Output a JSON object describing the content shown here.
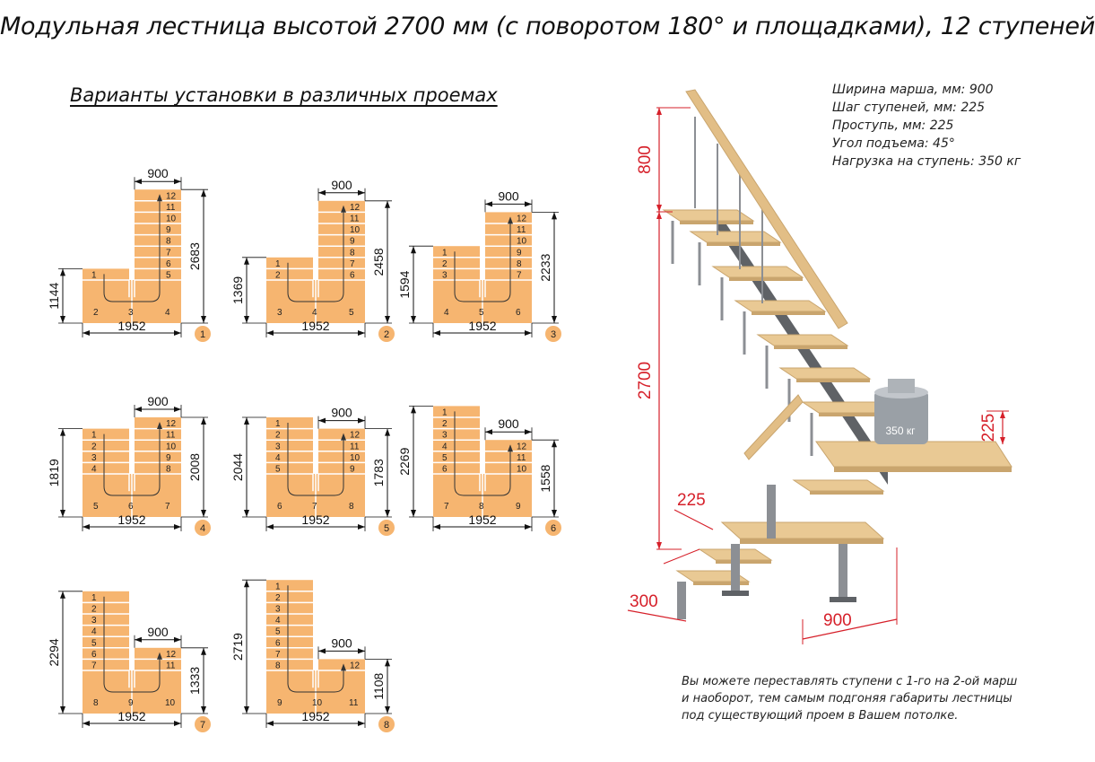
{
  "title": "Модульная лестница высотой 2700 мм (с поворотом 180° и площадками), 12 ступеней",
  "subtitle": "Варианты установки в различных проемах",
  "specs": [
    "Ширина марша, мм: 900",
    "Шаг ступеней, мм: 225",
    "Проступь, мм: 225",
    "Угол подъема: 45°",
    "Нагрузка на ступень: 350 кг"
  ],
  "note": [
    "Вы можете переставлять ступени с 1-го на 2-ой марш",
    "и наоборот, тем самым подгоняя габариты лестницы",
    "под существующий проем в Вашем потолке."
  ],
  "colors": {
    "tread": "#F6B570",
    "line": "#ffffff",
    "badge": "#F6B570",
    "dim": "#111111",
    "red": "#d6202a"
  },
  "variants": [
    {
      "id": "1",
      "width_label": "1952",
      "march_width_label": "900",
      "left_height_label": "1144",
      "right_height_label": "2683",
      "left_steps": [
        "1"
      ],
      "right_steps": [
        "12",
        "11",
        "10",
        "9",
        "8",
        "7",
        "6",
        "5"
      ],
      "landing_labels": [
        "2",
        "3",
        "4"
      ]
    },
    {
      "id": "2",
      "width_label": "1952",
      "march_width_label": "900",
      "left_height_label": "1369",
      "right_height_label": "2458",
      "left_steps": [
        "1",
        "2"
      ],
      "right_steps": [
        "12",
        "11",
        "10",
        "9",
        "8",
        "7",
        "6"
      ],
      "landing_labels": [
        "3",
        "4",
        "5"
      ]
    },
    {
      "id": "3",
      "width_label": "1952",
      "march_width_label": "900",
      "left_height_label": "1594",
      "right_height_label": "2233",
      "left_steps": [
        "1",
        "2",
        "3"
      ],
      "right_steps": [
        "12",
        "11",
        "10",
        "9",
        "8",
        "7"
      ],
      "landing_labels": [
        "4",
        "5",
        "6"
      ]
    },
    {
      "id": "4",
      "width_label": "1952",
      "march_width_label": "900",
      "left_height_label": "1819",
      "right_height_label": "2008",
      "left_steps": [
        "1",
        "2",
        "3",
        "4"
      ],
      "right_steps": [
        "12",
        "11",
        "10",
        "9",
        "8"
      ],
      "landing_labels": [
        "5",
        "6",
        "7"
      ]
    },
    {
      "id": "5",
      "width_label": "1952",
      "march_width_label": "900",
      "left_height_label": "2044",
      "right_height_label": "1783",
      "left_steps": [
        "1",
        "2",
        "3",
        "4",
        "5"
      ],
      "right_steps": [
        "12",
        "11",
        "10",
        "9"
      ],
      "landing_labels": [
        "6",
        "7",
        "8"
      ]
    },
    {
      "id": "6",
      "width_label": "1952",
      "march_width_label": "900",
      "left_height_label": "2269",
      "right_height_label": "1558",
      "left_steps": [
        "1",
        "2",
        "3",
        "4",
        "5",
        "6"
      ],
      "right_steps": [
        "12",
        "11",
        "10"
      ],
      "landing_labels": [
        "7",
        "8",
        "9"
      ]
    },
    {
      "id": "7",
      "width_label": "1952",
      "march_width_label": "900",
      "left_height_label": "2294",
      "right_height_label": "1333",
      "left_steps": [
        "1",
        "2",
        "3",
        "4",
        "5",
        "6",
        "7"
      ],
      "right_steps": [
        "12",
        "11"
      ],
      "landing_labels": [
        "8",
        "9",
        "10"
      ]
    },
    {
      "id": "8",
      "width_label": "1952",
      "march_width_label": "900",
      "left_height_label": "2719",
      "right_height_label": "1108",
      "left_steps": [
        "1",
        "2",
        "3",
        "4",
        "5",
        "6",
        "7",
        "8"
      ],
      "right_steps": [
        "12"
      ],
      "landing_labels": [
        "9",
        "10",
        "11"
      ]
    }
  ],
  "stair_3d": {
    "height_label": "2700",
    "top_rail_label": "800",
    "step_rise_label": "225",
    "step_depth_label": "225",
    "first_step_label": "300",
    "platform_width_label": "900",
    "weight_label": "350 кг"
  }
}
